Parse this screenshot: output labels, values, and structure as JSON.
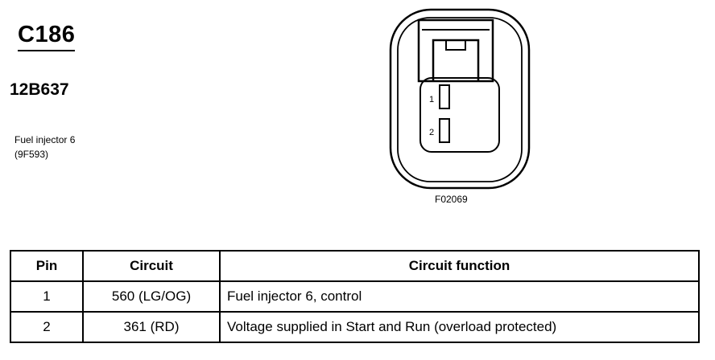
{
  "connector": {
    "id": "C186",
    "part_number": "12B637",
    "component_name": "Fuel injector 6",
    "component_code": "(9F593)"
  },
  "diagram": {
    "figure_label": "F02069",
    "pins": [
      "1",
      "2"
    ]
  },
  "table": {
    "headers": [
      "Pin",
      "Circuit",
      "Circuit function"
    ],
    "rows": [
      {
        "pin": "1",
        "circuit": "560 (LG/OG)",
        "function": "Fuel injector 6, control"
      },
      {
        "pin": "2",
        "circuit": "361 (RD)",
        "function": "Voltage supplied in Start and Run (overload protected)"
      }
    ]
  }
}
